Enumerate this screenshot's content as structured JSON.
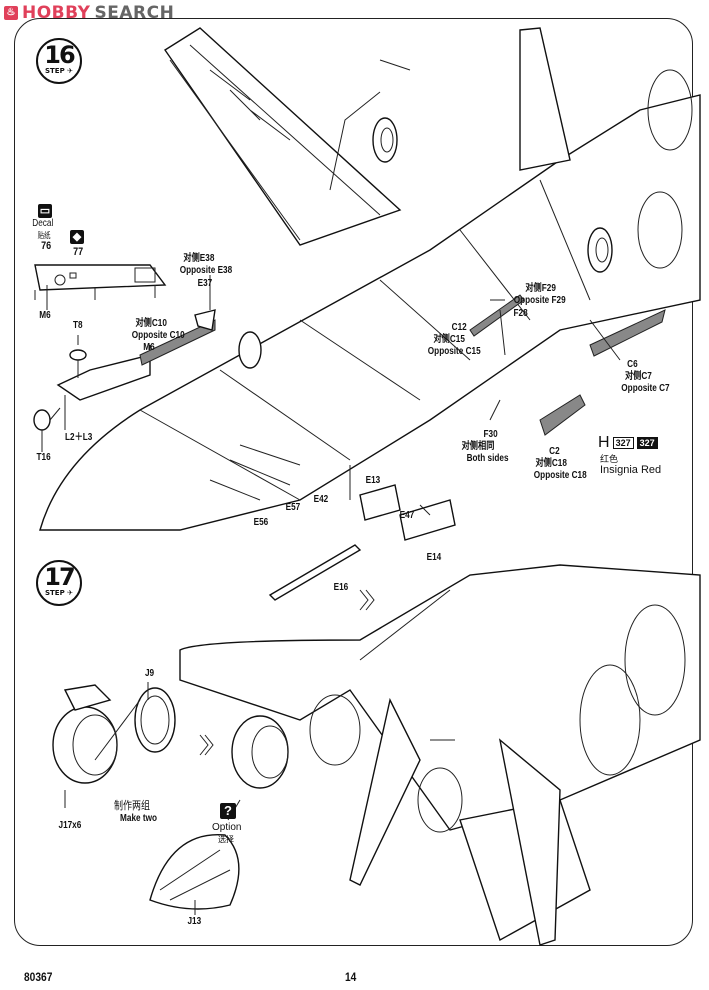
{
  "watermark": {
    "brand_part1": "HOBBY",
    "brand_part2": "SEARCH",
    "logo_glyph": "flame-icon"
  },
  "steps": [
    {
      "number": "16",
      "label": "STEP"
    },
    {
      "number": "17",
      "label": "STEP"
    }
  ],
  "step16": {
    "decal": {
      "icon": "decal-icon",
      "label_en": "Decal",
      "label_cn": "贴纸",
      "numbers": [
        "76",
        "77"
      ]
    },
    "part_labels": {
      "m6_panel": "M6",
      "t8": "T8",
      "l2_l3": "L2＋L3",
      "t16": "T16",
      "e38_cn": "对侧E38",
      "e38_en": "Opposite E38",
      "e37": "E37",
      "c10_cn": "对侧C10",
      "c10_en": "Opposite C10",
      "m6_cockpit": "M6",
      "f29_cn": "对侧F29",
      "f29_en": "Opposite F29",
      "f28": "F28",
      "c12": "C12",
      "c15_cn": "对侧C15",
      "c15_en": "Opposite C15",
      "c6": "C6",
      "c7_cn": "对侧C7",
      "c7_en": "Opposite C7",
      "f30": "F30",
      "both_cn": "对侧相同",
      "both_en": "Both sides",
      "c2": "C2",
      "c18_cn": "对侧C18",
      "c18_en": "Opposite C18",
      "e56": "E56",
      "e57": "E57",
      "e42": "E42",
      "e13": "E13",
      "e47": "E47",
      "e14": "E14",
      "e16": "E16"
    },
    "paint": {
      "letter": "H",
      "code_a": "327",
      "code_b": "327",
      "name_cn": "红色",
      "name_en": "Insignia Red",
      "color": "#c8102e"
    }
  },
  "step17": {
    "part_labels": {
      "j9": "J9",
      "j17": "J17x6",
      "make_two_cn": "制作两组",
      "make_two_en": "Make two",
      "j13": "J13"
    },
    "option": {
      "icon": "question-icon",
      "glyph": "?",
      "label_en": "Option",
      "label_cn": "选择"
    }
  },
  "footer": {
    "kit_number": "80367",
    "page_number": "14"
  }
}
